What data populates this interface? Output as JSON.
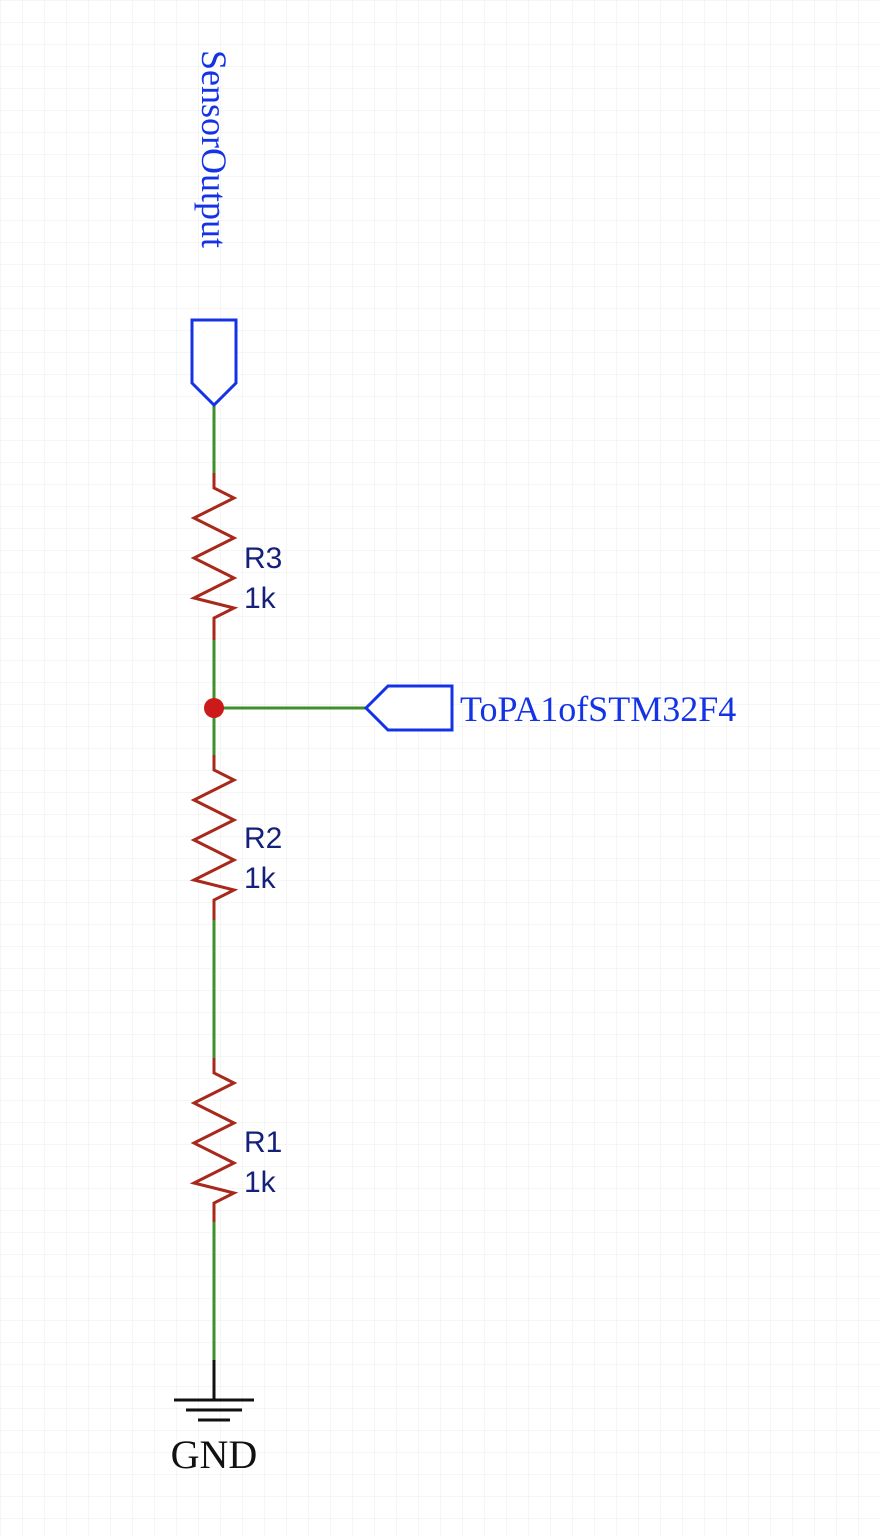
{
  "ports": {
    "sensor_output": "SensorOutput",
    "to_pa1": "ToPA1ofSTM32F4"
  },
  "resistors": [
    {
      "designator": "R3",
      "value": "1k"
    },
    {
      "designator": "R2",
      "value": "1k"
    },
    {
      "designator": "R1",
      "value": "1k"
    }
  ],
  "ground": {
    "label": "GND"
  },
  "colors": {
    "wire": "#3f8f2a",
    "resistor": "#a8281c",
    "port": "#1533e6",
    "junction": "#cc1a1a",
    "ref_text": "#14207a",
    "grid": "#ececec"
  }
}
